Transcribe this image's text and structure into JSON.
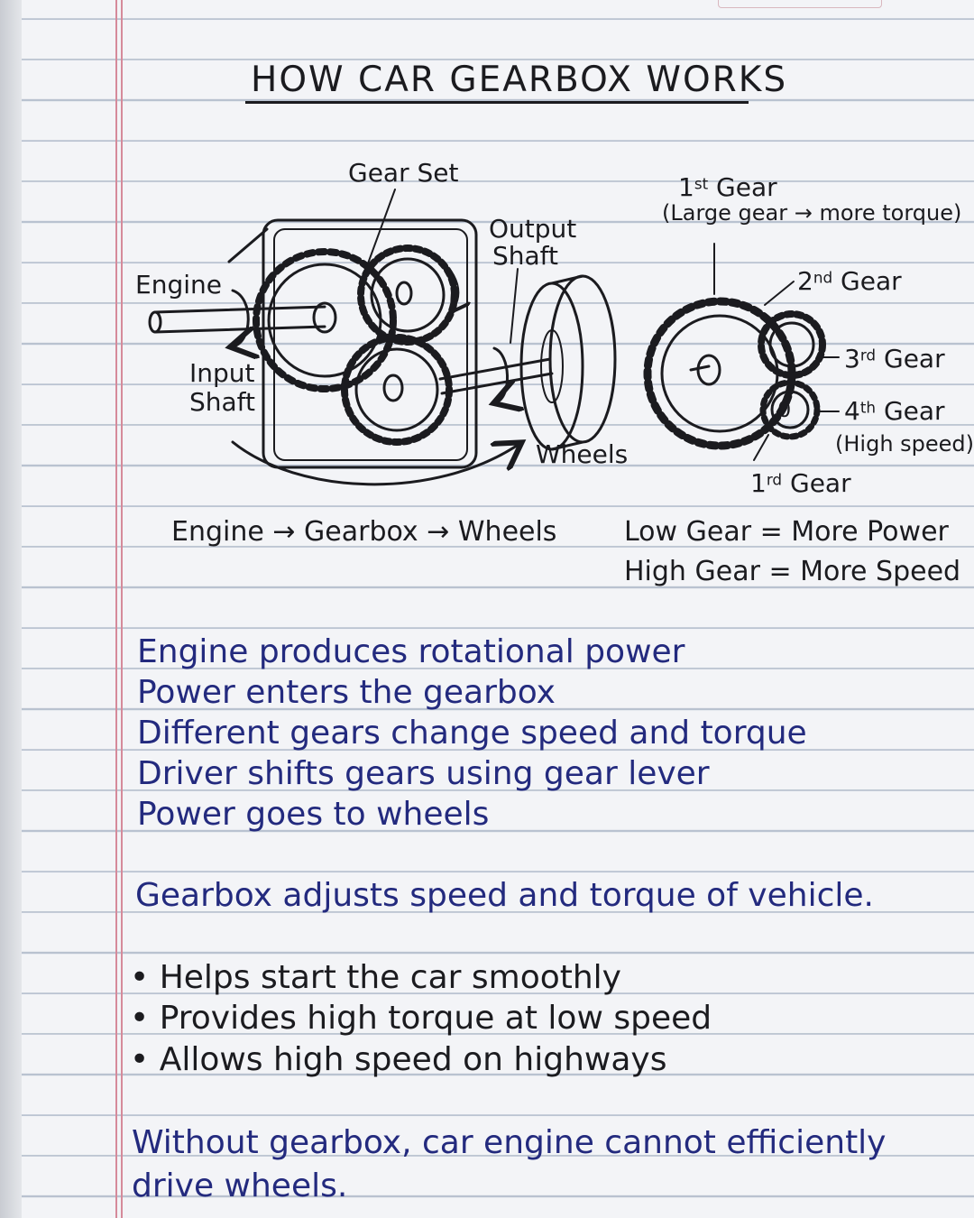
{
  "title": "HOW CAR GEARBOX WORKS",
  "diagram_left": {
    "gear_set": "Gear Set",
    "engine": "Engine",
    "input_shaft": [
      "Input",
      "Shaft"
    ],
    "output_shaft": [
      "Output",
      "Shaft"
    ],
    "wheels": "Wheels",
    "flow": "Engine → Gearbox → Wheels"
  },
  "diagram_right": {
    "first_gear": {
      "base": "1",
      "sup": "st",
      "rest": " Gear"
    },
    "first_gear_note": "(Large gear → more torque)",
    "second_gear": {
      "base": "2",
      "sup": "nd",
      "rest": " Gear"
    },
    "third_gear": {
      "base": "3",
      "sup": "rd",
      "rest": " Gear"
    },
    "fourth_gear": {
      "base": "4",
      "sup": "th",
      "rest": " Gear"
    },
    "fourth_gear_note": "(High speed)",
    "bottom_gear": {
      "base": "1",
      "sup": "rd",
      "rest": " Gear"
    },
    "gear_zero": "0",
    "low_gear": "Low Gear = More Power",
    "high_gear": "High Gear = More Speed"
  },
  "steps": [
    "Engine produces rotational power",
    "Power enters the gearbox",
    "Different gears change speed and torque",
    "Driver shifts gears using gear lever",
    "Power goes to wheels"
  ],
  "summary": "Gearbox adjusts speed and torque of vehicle.",
  "bullets": [
    "Helps start the car smoothly",
    "Provides high torque at low speed",
    "Allows high speed on highways"
  ],
  "bullet_symbol": "•",
  "conclusion": [
    "Without gearbox, car engine cannot efficiently",
    "drive wheels."
  ],
  "colors": {
    "blue_ink": "#232a7e",
    "black_ink": "#1b1b1f",
    "margin_line": "#d58a9a",
    "rule_line": "#b9c2d0"
  }
}
